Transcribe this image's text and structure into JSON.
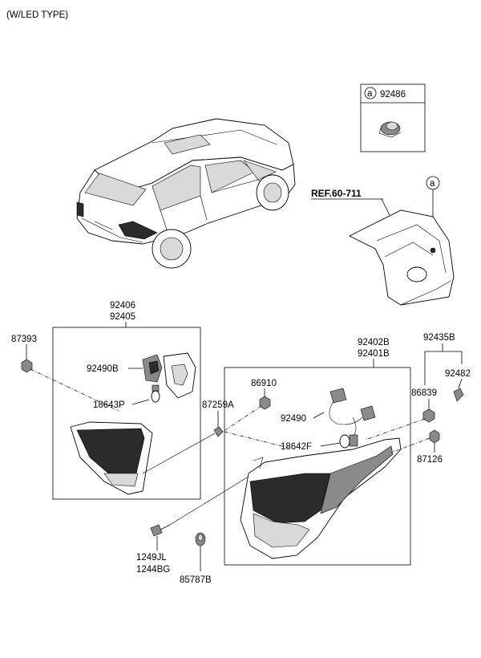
{
  "title": "(W/LED TYPE)",
  "inset": {
    "marker": "a",
    "part": "92486"
  },
  "body_ref": {
    "text": "REF.60-711",
    "marker": "a"
  },
  "labels": {
    "p92406": "92406",
    "p92405": "92405",
    "p87393": "87393",
    "p92490B": "92490B",
    "p18643P": "18643P",
    "p87259A": "87259A",
    "p86910": "86910",
    "p92402B": "92402B",
    "p92401B": "92401B",
    "p92435B": "92435B",
    "p92482": "92482",
    "p86839": "86839",
    "p92490": "92490",
    "p18642F": "18642F",
    "p87126": "87126",
    "p1249JL": "1249JL",
    "p1244BG": "1244BG",
    "p85787B": "85787B"
  }
}
